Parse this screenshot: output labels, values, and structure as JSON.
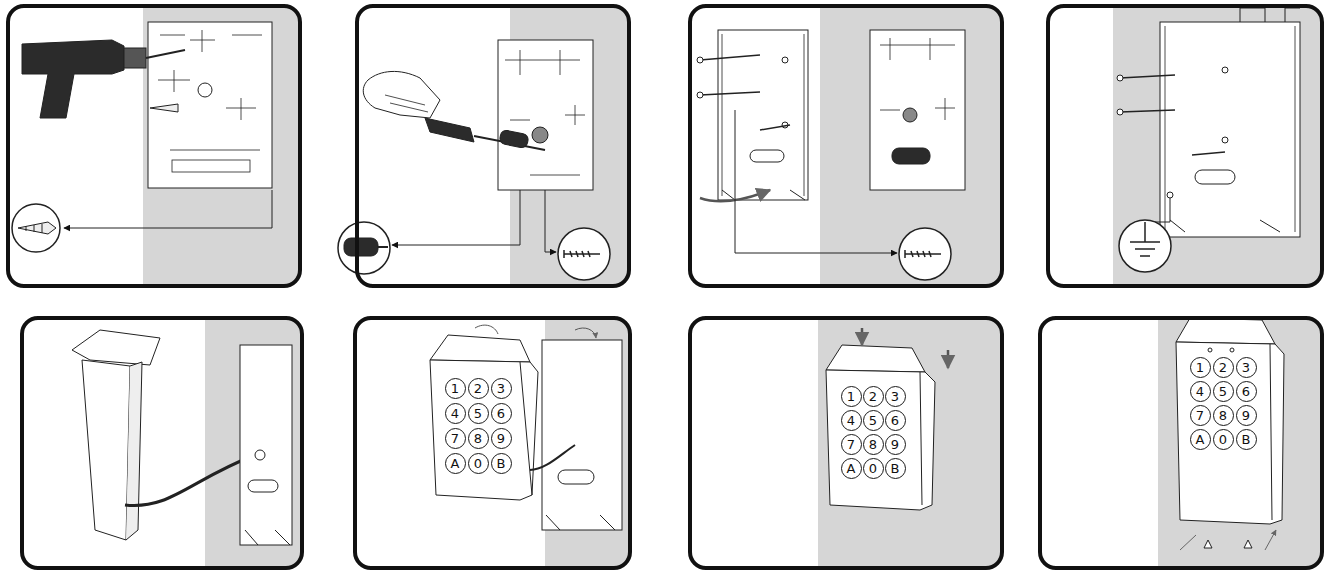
{
  "diagram": {
    "nodes": [
      {
        "text": [
          "1"
        ]
      },
      {
        "text": [
          "2"
        ]
      },
      {
        "text": [
          "3"
        ]
      },
      {
        "text": [
          "4"
        ]
      },
      {
        "text": [
          "5"
        ]
      },
      {
        "text": [
          "6"
        ]
      },
      {
        "text": [
          "7"
        ]
      },
      {
        "text": [
          "8"
        ]
      },
      {
        "text": [
          "9"
        ]
      },
      {
        "text": [
          "A"
        ]
      },
      {
        "text": [
          "0"
        ]
      },
      {
        "text": [
          "B"
        ]
      },
      {
        "text": [
          "1"
        ]
      },
      {
        "text": [
          "2"
        ]
      },
      {
        "text": [
          "3"
        ]
      },
      {
        "text": [
          "4"
        ]
      },
      {
        "text": [
          "5"
        ]
      },
      {
        "text": [
          "6"
        ]
      },
      {
        "text": [
          "7"
        ]
      },
      {
        "text": [
          "8"
        ]
      },
      {
        "text": [
          "9"
        ]
      },
      {
        "text": [
          "A"
        ]
      },
      {
        "text": [
          "0"
        ]
      },
      {
        "text": [
          "B"
        ]
      },
      {
        "text": [
          "1"
        ]
      },
      {
        "text": [
          "2"
        ]
      },
      {
        "text": [
          "3"
        ]
      },
      {
        "text": [
          "4"
        ]
      },
      {
        "text": [
          "5"
        ]
      },
      {
        "text": [
          "6"
        ]
      },
      {
        "text": [
          "7"
        ]
      },
      {
        "text": [
          "8"
        ]
      },
      {
        "text": [
          "9"
        ]
      },
      {
        "text": [
          "A"
        ]
      },
      {
        "text": [
          "0"
        ]
      },
      {
        "text": [
          "B"
        ]
      }
    ],
    "edges": []
  }
}
